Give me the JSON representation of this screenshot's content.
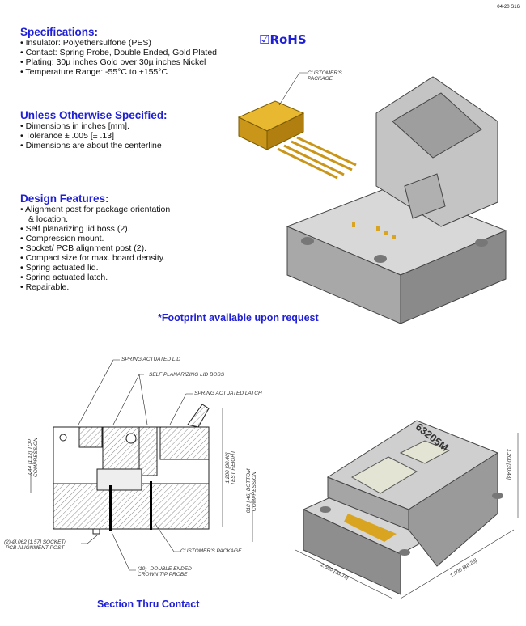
{
  "revision": "04-20 S16",
  "rohs": {
    "icon": "checked-box-icon",
    "label": "RoHS"
  },
  "specifications": {
    "title": "Specifications:",
    "items": [
      "Insulator: Polyethersulfone (PES)",
      "Contact: Spring Probe, Double Ended, Gold Plated",
      "Plating: 30µ inches Gold over 30µ inches Nickel",
      "Temperature Range: -55°C to +155°C"
    ]
  },
  "unless": {
    "title": "Unless Otherwise Specified:",
    "items": [
      "Dimensions in inches [mm].",
      "Tolerance ± .005 [± .13]",
      "Dimensions are about the centerline"
    ]
  },
  "design": {
    "title": "Design Features:",
    "items": [
      "Alignment post for package orientation",
      "& location.",
      "Self planarizing lid boss (2).",
      "Compression mount.",
      "Socket/ PCB alignment post (2).",
      "Compact size for max. board density.",
      "Spring actuated lid.",
      "Spring actuated latch.",
      "Repairable."
    ]
  },
  "footprint_note": "*Footprint available upon request",
  "top_drawing": {
    "callout": [
      "CUSTOMER'S",
      "PACKAGE"
    ]
  },
  "section": {
    "title": "Section Thru Contact",
    "callouts": {
      "lid": "SPRING ACTUATED LID",
      "boss": "SELF PLANARIZING LID BOSS",
      "latch": "SPRING ACTUATED LATCH",
      "top_comp": [
        ".044 [1.12] TOP",
        "COMPRESSION"
      ],
      "test_height": [
        "1.200 [30.48]",
        "TEST HEIGHT"
      ],
      "bottom_comp": [
        ".018 [.46] BOTTOM",
        "COMPRESSION"
      ],
      "post": [
        "(2)-Ø.062 [1.57] SOCKET/",
        "PCB ALIGNMENT POST"
      ],
      "package": "CUSTOMER'S PACKAGE",
      "probe": [
        "(19)- DOUBLE ENDED",
        "CROWN TIP PROBE"
      ]
    }
  },
  "iso_drawing": {
    "part_number": "63205M",
    "dim_width": "1.500 [38.10]",
    "dim_depth": "1.900 [48.25]",
    "dim_height": "1.200 [30.48]"
  }
}
